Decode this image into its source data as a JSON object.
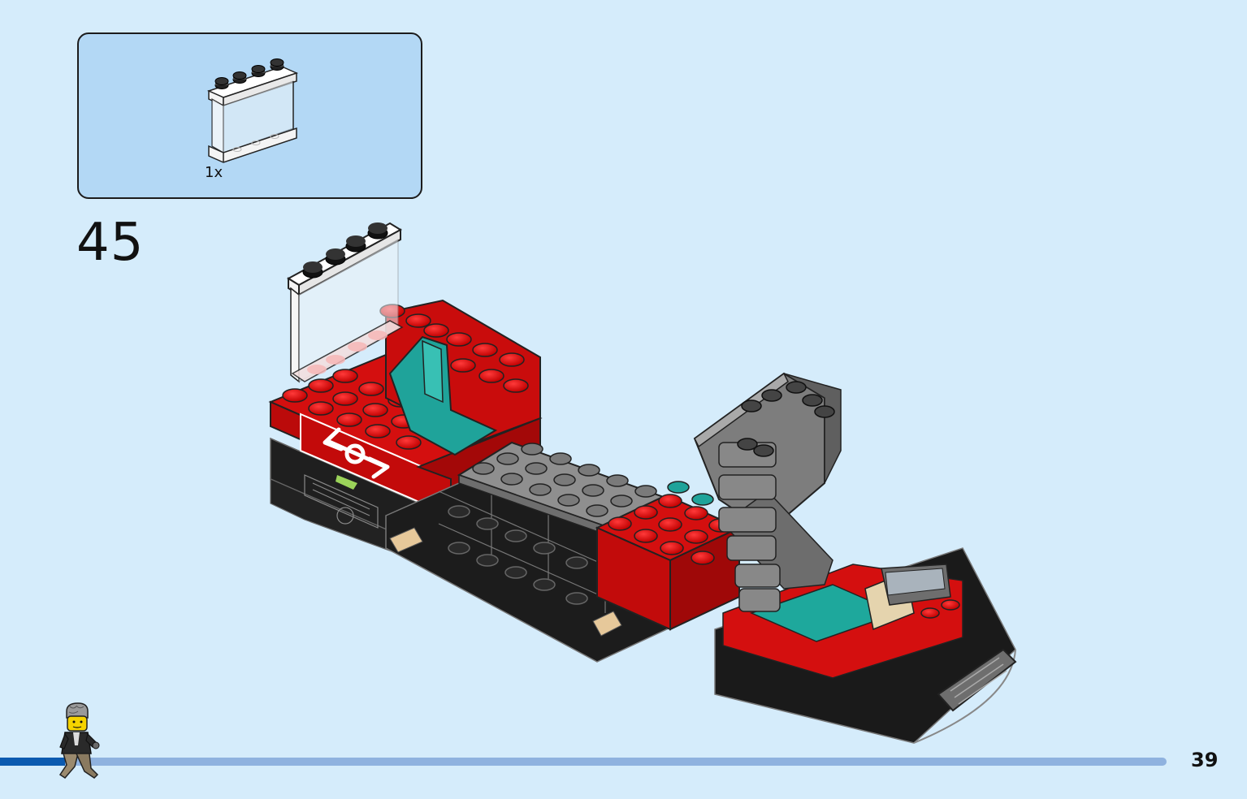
{
  "parts_callout": {
    "part_icon": "transparent-panel-1x4x3-icon",
    "quantity": "1x"
  },
  "step": {
    "number": "45"
  },
  "model": {
    "icon": "lego-vehicle-assembly-icon"
  },
  "progress": {
    "fraction": 0.056,
    "fill_color": "#0b5ab0",
    "track_color": "#8fb2df"
  },
  "page": {
    "number": "39",
    "background_color": "#d5ecfb",
    "callout_color": "#b3d8f5"
  }
}
